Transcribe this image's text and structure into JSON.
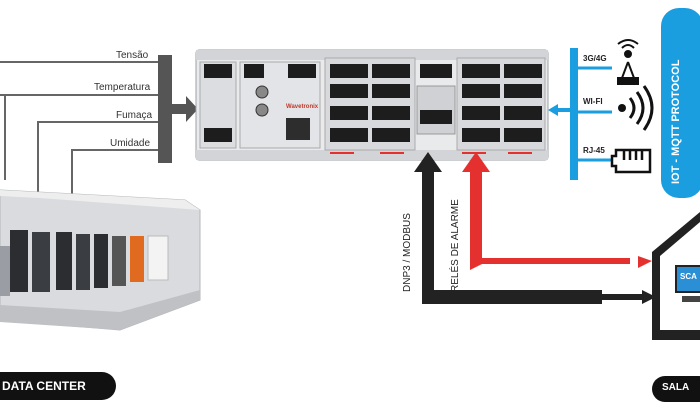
{
  "sensors": {
    "items": [
      {
        "label": "Tensão"
      },
      {
        "label": "Temperatura"
      },
      {
        "label": "Fumaça"
      },
      {
        "label": "Umidade"
      }
    ]
  },
  "connections": {
    "left_label": "DNP3 / MODBUS",
    "right_label": "RELÉS DE ALARME",
    "items": [
      {
        "label": "3G/4G"
      },
      {
        "label": "WI-FI"
      },
      {
        "label": "RJ-45"
      }
    ]
  },
  "protocol": {
    "label": "IOT - MQTT PROTOCOL"
  },
  "datacenter": {
    "label": "DATA CENTER"
  },
  "sala": {
    "label": "SALA",
    "screen_label": "SCA"
  },
  "device": {
    "brand": "Wavetronix"
  },
  "colors": {
    "accent_blue": "#1a9ee0",
    "alarm_red": "#e53030",
    "dark": "#222222",
    "sensor_bar": "#555555"
  }
}
